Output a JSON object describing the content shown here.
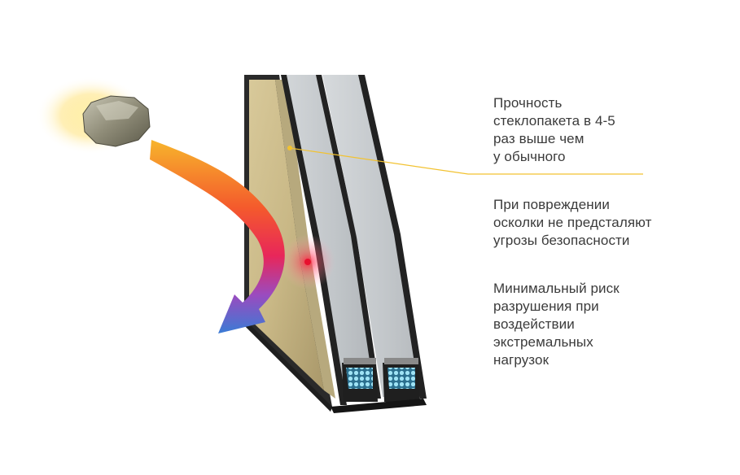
{
  "callouts": [
    {
      "lines": [
        "Прочность",
        "стеклопакета в 4-5",
        "раз выше чем",
        "у обычного"
      ]
    },
    {
      "lines": [
        "При повреждении",
        "осколки не предсталяют",
        "угрозы безопасности"
      ]
    },
    {
      "lines": [
        "Минимальный риск",
        "разрушения при",
        "воздействии",
        "экстремальных",
        "нагрузок"
      ]
    }
  ],
  "colors": {
    "accent_line": "#f2c230",
    "text": "#3b3b3b",
    "frame": "#2a2a2a",
    "arrow_start": "#f7b52c",
    "arrow_mid": "#ee2a4c",
    "arrow_end": "#3a7bd5"
  },
  "icons": [
    "stone-icon",
    "impact-arrow-icon",
    "glass-unit-illustration"
  ]
}
